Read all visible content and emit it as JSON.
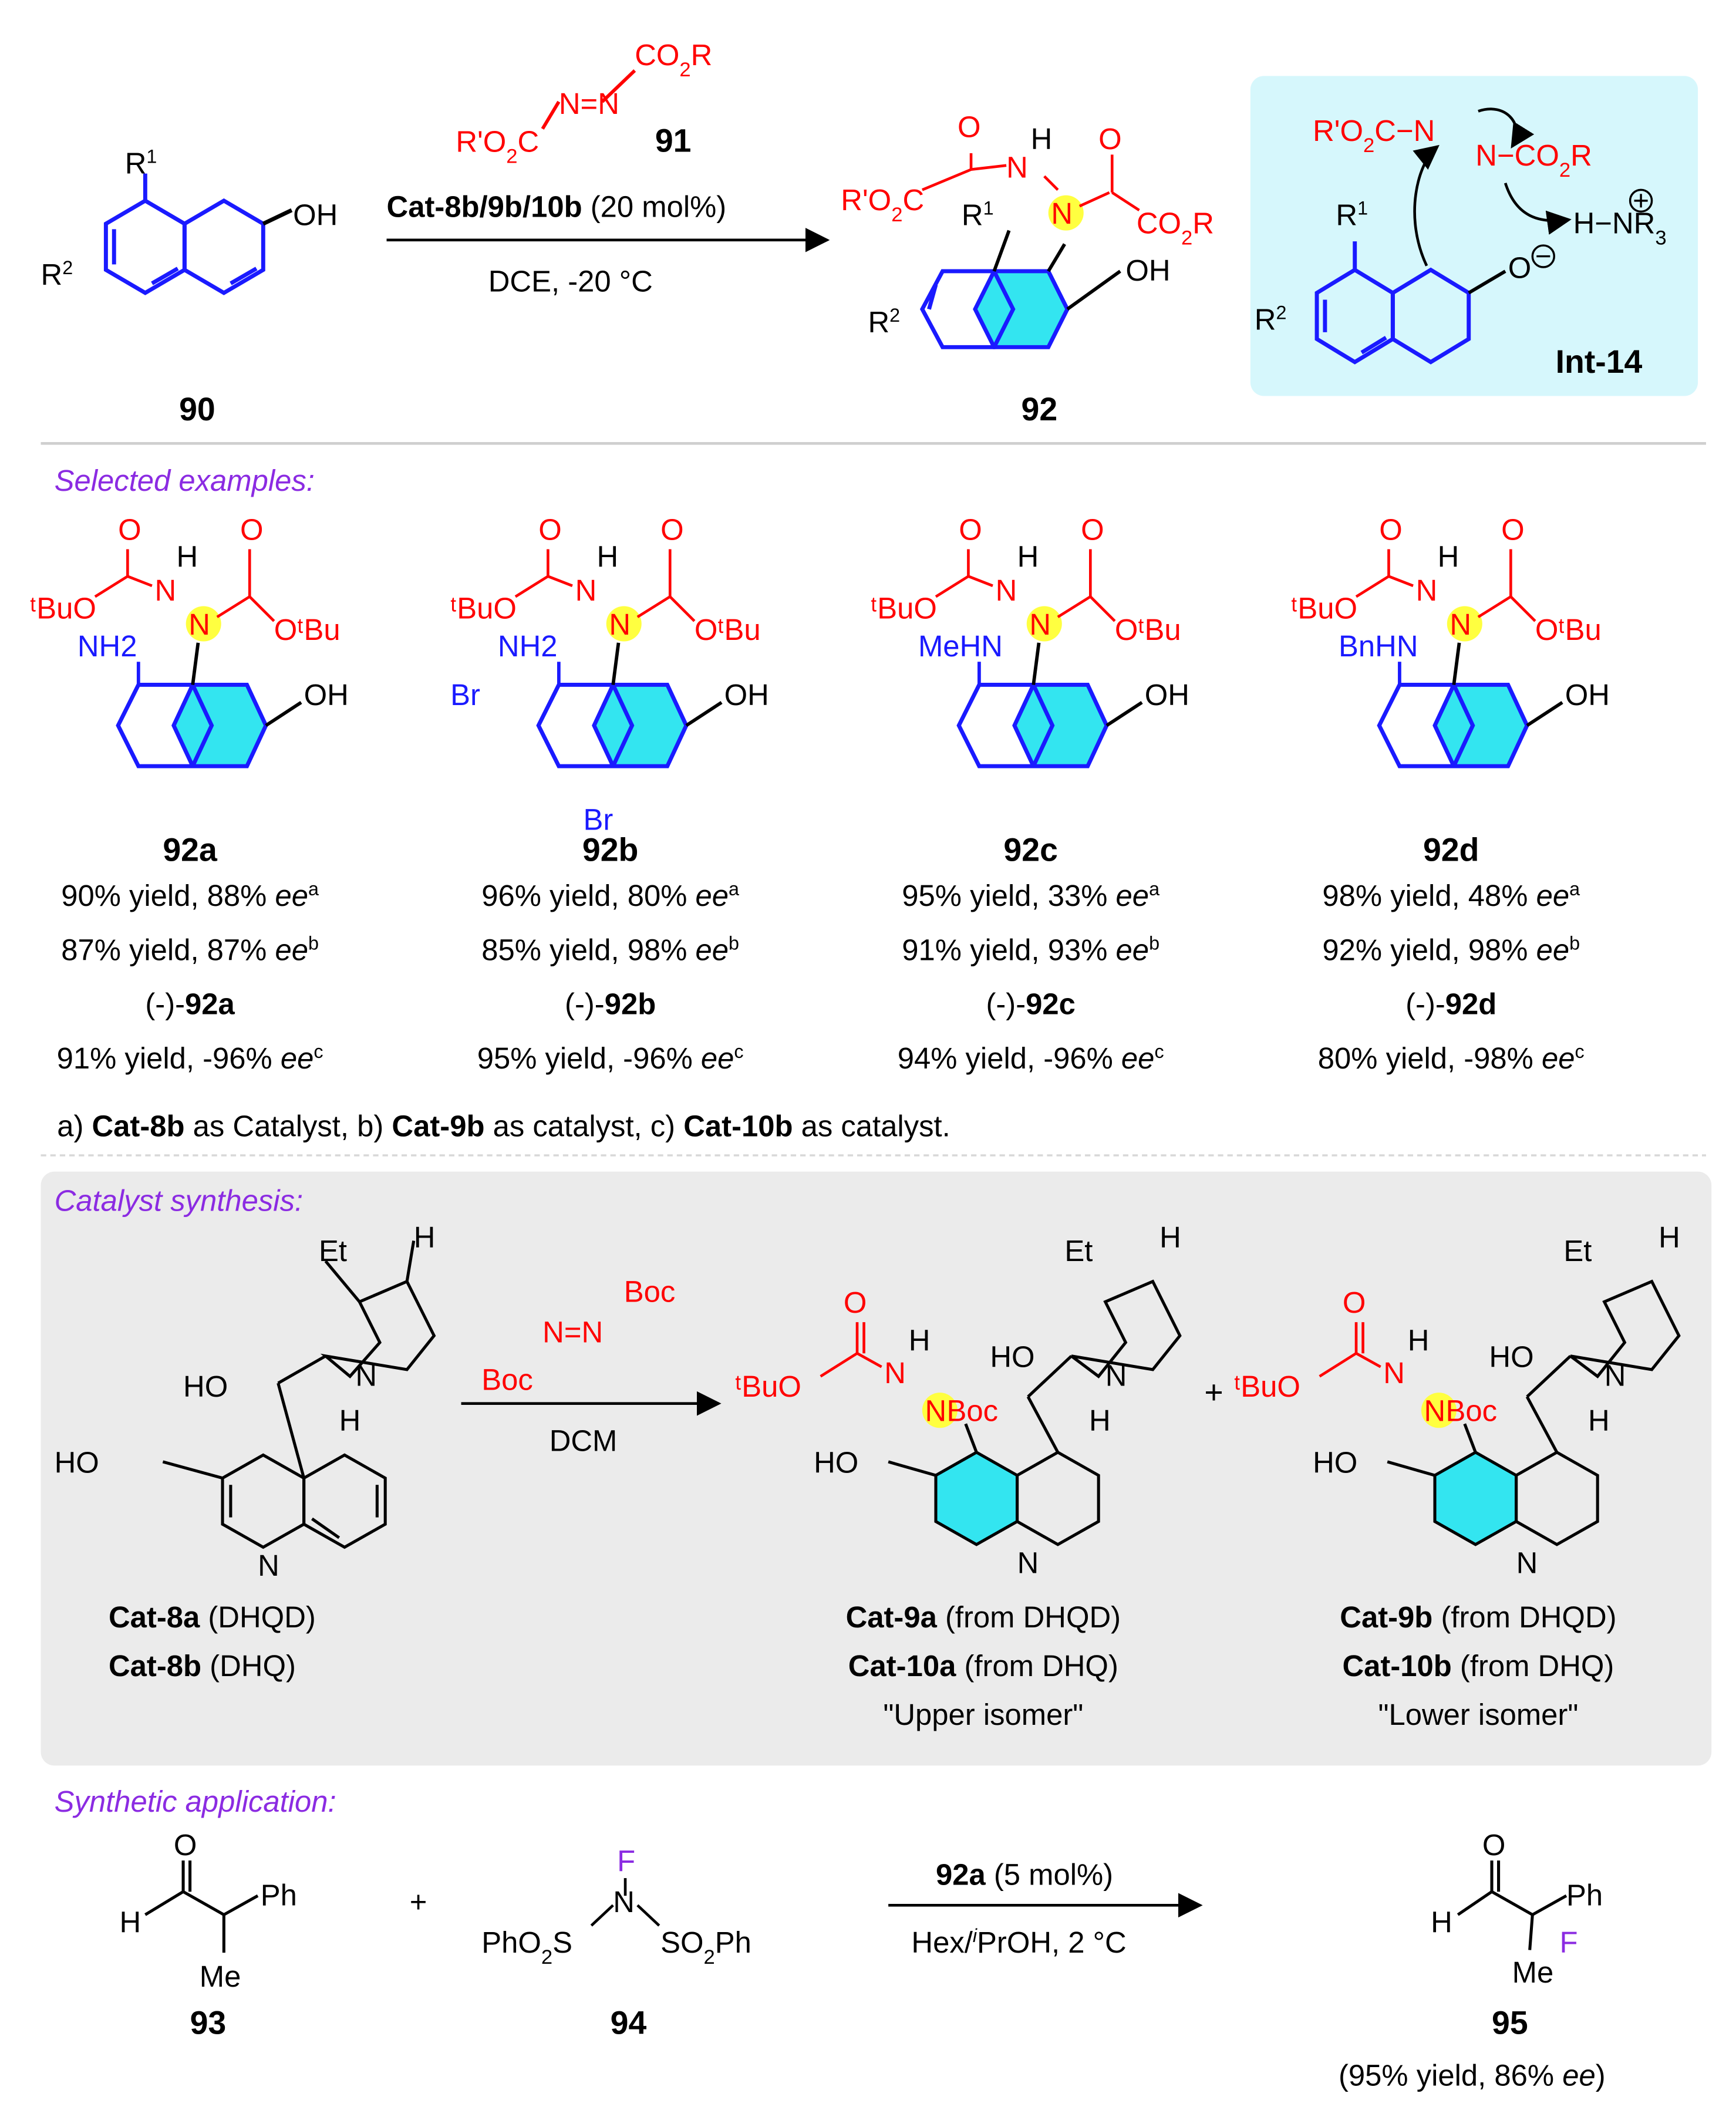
{
  "colors": {
    "red": "#ff0000",
    "blue": "#1a1aff",
    "black": "#000000",
    "purple": "#8b2be2",
    "ring_fill": "#33e5f0",
    "n_highlight": "#ffff40",
    "int_box": "#d6f7fc",
    "catalyst_panel": "#ebebeb"
  },
  "scheme": {
    "sm_label": "90",
    "azo_label": "91",
    "azo_co2r": "CO2R",
    "azo_nn": "N=N",
    "azo_r_o2c": "R'O2C",
    "conditions_above_bold": "Cat-8b/9b/10b",
    "conditions_above_rest": " (20 mol%)",
    "conditions_below": "DCE, -20 °C",
    "product_label": "92",
    "r1": "R1",
    "r2": "R2",
    "oh": "OH",
    "int_label": "Int-14",
    "int_base": "H−NR3"
  },
  "examples": {
    "header": "Selected examples:",
    "items": [
      {
        "label": "92a",
        "substituent": "NH2",
        "r1_line": "90% yield, 88% ee",
        "r1_mark": "a",
        "r2_line": "87% yield, 87% ee",
        "r2_mark": "b",
        "enantiomer": "(-)-92a",
        "r3_line": "91% yield, -96% ee",
        "r3_mark": "c"
      },
      {
        "label": "92b",
        "substituent": "NH2",
        "r1_line": "96% yield, 80% ee",
        "r1_mark": "a",
        "r2_line": "85% yield, 98% ee",
        "r2_mark": "b",
        "enantiomer": "(-)-92b",
        "r3_line": "95% yield, -96% ee",
        "r3_mark": "c"
      },
      {
        "label": "92c",
        "substituent": "MeHN",
        "r1_line": "95% yield, 33% ee",
        "r1_mark": "a",
        "r2_line": "91% yield, 93% ee",
        "r2_mark": "b",
        "enantiomer": "(-)-92c",
        "r3_line": "94% yield, -96% ee",
        "r3_mark": "c"
      },
      {
        "label": "92d",
        "substituent": "BnHN",
        "r1_line": "98% yield, 48% ee",
        "r1_mark": "a",
        "r2_line": "92% yield, 98% ee",
        "r2_mark": "b",
        "enantiomer": "(-)-92d",
        "r3_line": "80% yield, -98% ee",
        "r3_mark": "c"
      }
    ],
    "footnote": "a) Cat-8b as Catalyst, b) Cat-9b as catalyst, c)  Cat-10b as catalyst."
  },
  "catalyst": {
    "header": "Catalyst synthesis:",
    "reagent_boc_top": "Boc",
    "reagent_nn": "N=N",
    "reagent_boc_bottom": "Boc",
    "conditions": "DCM",
    "sm_line1": "Cat-8a (DHQD)",
    "sm_line2": "Cat-8b (DHQ)",
    "upper_line1": "Cat-9a (from DHQD)",
    "upper_line2": "Cat-10a (from DHQ)",
    "upper_line3": "\"Upper isomer\"",
    "lower_line1": "Cat-9b (from DHQD)",
    "lower_line2": "Cat-10b (from DHQ)",
    "lower_line3": "\"Lower isomer\"",
    "plus": "+"
  },
  "application": {
    "header": "Synthetic application:",
    "sm1_label": "93",
    "sm2_label": "94",
    "plus": "+",
    "conditions_above": "92a (5 mol%)",
    "conditions_below": "Hex/iPrOH, 2 °C",
    "product_label": "95",
    "product_result": "(95% yield, 86% ee)"
  }
}
